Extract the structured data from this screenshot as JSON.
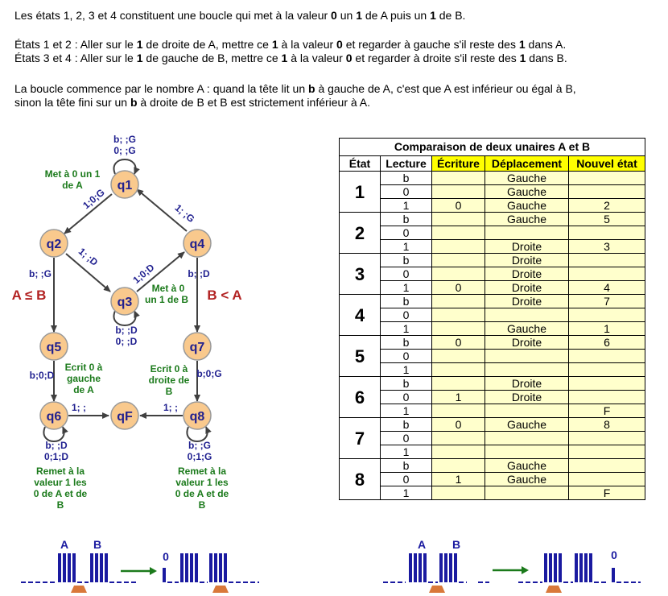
{
  "intro": {
    "l1": [
      {
        "t": "Les états 1, 2, 3 et 4 constituent une boucle qui met à la valeur ",
        "b": false
      },
      {
        "t": "0",
        "b": true
      },
      {
        "t": " un ",
        "b": false
      },
      {
        "t": "1",
        "b": true
      },
      {
        "t": " de A puis un ",
        "b": false
      },
      {
        "t": "1",
        "b": true
      },
      {
        "t": " de B.",
        "b": false
      }
    ],
    "l2": [
      {
        "t": "États 1 et 2 : Aller sur le ",
        "b": false
      },
      {
        "t": "1",
        "b": true
      },
      {
        "t": " de droite de A, mettre ce ",
        "b": false
      },
      {
        "t": "1",
        "b": true
      },
      {
        "t": " à la valeur ",
        "b": false
      },
      {
        "t": "0",
        "b": true
      },
      {
        "t": " et regarder à gauche s'il reste des ",
        "b": false
      },
      {
        "t": "1",
        "b": true
      },
      {
        "t": " dans A.",
        "b": false
      }
    ],
    "l3": [
      {
        "t": "États 3 et 4 : Aller sur le ",
        "b": false
      },
      {
        "t": "1",
        "b": true
      },
      {
        "t": " de gauche de B, mettre ce ",
        "b": false
      },
      {
        "t": "1",
        "b": true
      },
      {
        "t": " à la valeur ",
        "b": false
      },
      {
        "t": "0",
        "b": true
      },
      {
        "t": " et regarder à droite s'il reste des ",
        "b": false
      },
      {
        "t": "1",
        "b": true
      },
      {
        "t": " dans B.",
        "b": false
      }
    ],
    "l4": [
      {
        "t": "La boucle commence par le nombre A : quand la tête lit un ",
        "b": false
      },
      {
        "t": "b",
        "b": true
      },
      {
        "t": " à gauche de A, c'est que A est inférieur ou égal à B,",
        "b": false
      }
    ],
    "l5": [
      {
        "t": "sinon la tête fini sur un ",
        "b": false
      },
      {
        "t": "b",
        "b": true
      },
      {
        "t": " à droite de B et B est strictement inférieur à A.",
        "b": false
      }
    ]
  },
  "diagram": {
    "states": [
      {
        "id": "q1",
        "label": "q1"
      },
      {
        "id": "q2",
        "label": "q2"
      },
      {
        "id": "q3",
        "label": "q3"
      },
      {
        "id": "q4",
        "label": "q4"
      },
      {
        "id": "q5",
        "label": "q5"
      },
      {
        "id": "q6",
        "label": "q6"
      },
      {
        "id": "q7",
        "label": "q7"
      },
      {
        "id": "q8",
        "label": "q8"
      },
      {
        "id": "qF",
        "label": "qF"
      }
    ],
    "transitions": {
      "q1_loop": [
        "b; ;G",
        "0; ;G"
      ],
      "q1_q2": "1;0;G",
      "q4_q1": "1; ;G",
      "q2_q3": "1; ;D",
      "q3_q4": "1;0;D",
      "q2_q5": "b; ;G",
      "q4_q7": "b; ;D",
      "q3_loop": [
        "b; ;D",
        "0; ;D"
      ],
      "q5_q6": "b;0;D",
      "q7_q8": "b;0;G",
      "q6_qF": "1; ;",
      "q8_qF": "1; ;",
      "q6_loop": [
        "b;  ;D",
        "0;1;D"
      ],
      "q8_loop": [
        "b;  ;G",
        "0;1;G"
      ]
    },
    "notes": {
      "q1": [
        "Met à 0 un 1",
        "de A"
      ],
      "q3": [
        "Met à 0",
        "un 1 de B"
      ],
      "q5": [
        "Ecrit 0 à",
        "gauche",
        "de A"
      ],
      "q7": [
        "Ecrit 0 à",
        "droite de",
        "B"
      ],
      "q6": [
        "Remet à la",
        "valeur 1 les",
        "0 de A et de",
        "B"
      ],
      "q8": [
        "Remet à la",
        "valeur 1 les",
        "0 de A et de",
        "B"
      ]
    },
    "branch_left": "A ≤ B",
    "branch_right": "B < A",
    "colors": {
      "state_fill": "#f9c98d",
      "state_stroke": "#999999",
      "label": "#1f1f8f",
      "note": "#1b7a1b",
      "branch": "#b22222"
    }
  },
  "table": {
    "title": "Comparaison de deux unaires A et B",
    "headers": [
      "État",
      "Lecture",
      "Écriture",
      "Déplacement",
      "Nouvel état"
    ],
    "states": [
      {
        "state": "1",
        "rows": [
          [
            "b",
            "",
            "Gauche",
            ""
          ],
          [
            "0",
            "",
            "Gauche",
            ""
          ],
          [
            "1",
            "0",
            "Gauche",
            "2"
          ]
        ]
      },
      {
        "state": "2",
        "rows": [
          [
            "b",
            "",
            "Gauche",
            "5"
          ],
          [
            "0",
            "",
            "",
            ""
          ],
          [
            "1",
            "",
            "Droite",
            "3"
          ]
        ]
      },
      {
        "state": "3",
        "rows": [
          [
            "b",
            "",
            "Droite",
            ""
          ],
          [
            "0",
            "",
            "Droite",
            ""
          ],
          [
            "1",
            "0",
            "Droite",
            "4"
          ]
        ]
      },
      {
        "state": "4",
        "rows": [
          [
            "b",
            "",
            "Droite",
            "7"
          ],
          [
            "0",
            "",
            "",
            ""
          ],
          [
            "1",
            "",
            "Gauche",
            "1"
          ]
        ]
      },
      {
        "state": "5",
        "rows": [
          [
            "b",
            "0",
            "Droite",
            "6"
          ],
          [
            "0",
            "",
            "",
            ""
          ],
          [
            "1",
            "",
            "",
            ""
          ]
        ]
      },
      {
        "state": "6",
        "rows": [
          [
            "b",
            "",
            "Droite",
            ""
          ],
          [
            "0",
            "1",
            "Droite",
            ""
          ],
          [
            "1",
            "",
            "",
            "F"
          ]
        ]
      },
      {
        "state": "7",
        "rows": [
          [
            "b",
            "0",
            "Gauche",
            "8"
          ],
          [
            "0",
            "",
            "",
            ""
          ],
          [
            "1",
            "",
            "",
            ""
          ]
        ]
      },
      {
        "state": "8",
        "rows": [
          [
            "b",
            "",
            "Gauche",
            ""
          ],
          [
            "0",
            "1",
            "Gauche",
            ""
          ],
          [
            "1",
            "",
            "",
            "F"
          ]
        ]
      }
    ],
    "colors": {
      "cell": "#ffffcc",
      "header_highlight": "#ffff00"
    }
  },
  "tapes": {
    "left": {
      "label_a": "A",
      "label_b": "B",
      "zero": "0"
    },
    "right": {
      "label_a": "A",
      "label_b": "B",
      "zero": "0"
    },
    "colors": {
      "bar": "#1a1aa0",
      "arrow": "#1b7a1b",
      "head": "#d9783a"
    }
  }
}
